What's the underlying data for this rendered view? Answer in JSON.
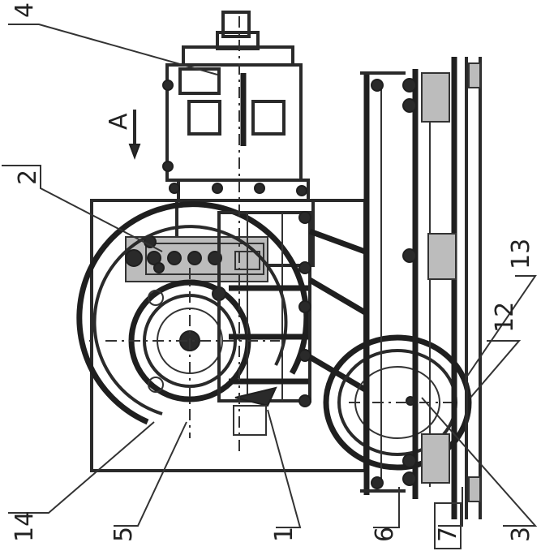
{
  "labels": {
    "l1": "1",
    "l2": "2",
    "l3": "3",
    "l4": "4",
    "l5": "5",
    "l6": "6",
    "l7": "7",
    "l12": "12",
    "l13": "13",
    "l14": "14",
    "view_a": "A"
  },
  "colors": {
    "ink": "#222222",
    "paper": "#ffffff"
  }
}
